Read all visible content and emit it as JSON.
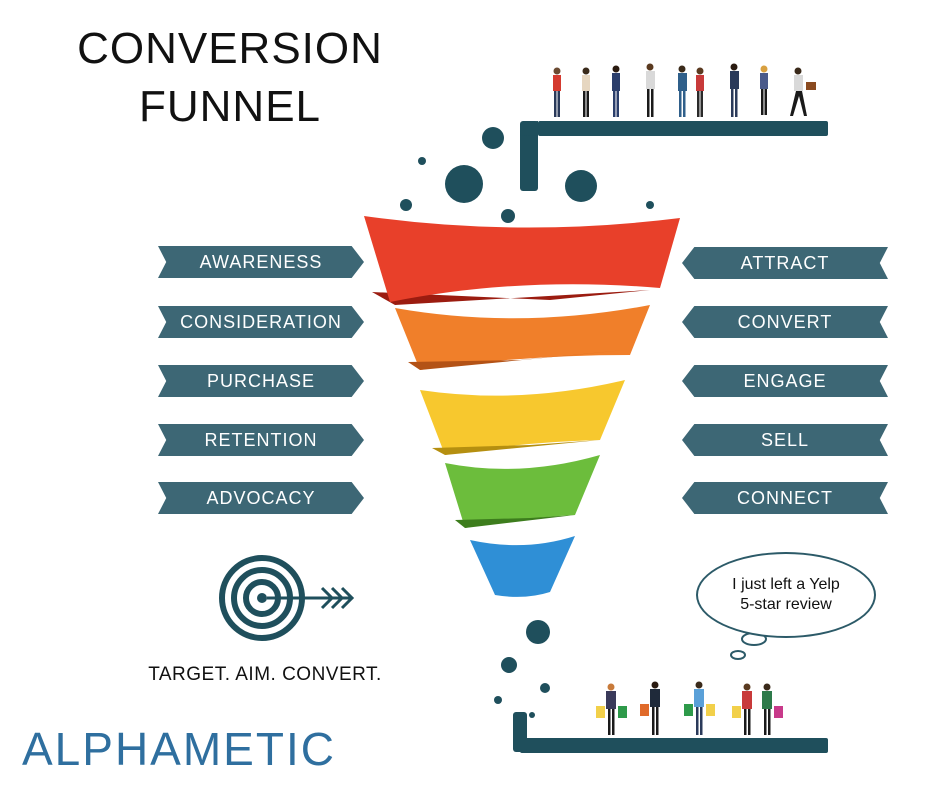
{
  "title": {
    "line1": "CONVERSION",
    "line2": "FUNNEL"
  },
  "stages_left": [
    "AWARENESS",
    "CONSIDERATION",
    "PURCHASE",
    "RETENTION",
    "ADVOCACY"
  ],
  "stages_right": [
    "ATTRACT",
    "CONVERT",
    "ENGAGE",
    "SELL",
    "CONNECT"
  ],
  "bubble_text": "I just left a Yelp 5-star review",
  "slogan": "TARGET. AIM. CONVERT.",
  "brand": "ALPHAMETIC",
  "colors": {
    "tag": "#3d6775",
    "dark_teal": "#1f4f5c",
    "funnel": [
      "#e8402a",
      "#f07f2a",
      "#f7c82e",
      "#6cbd3c",
      "#2f8fd6"
    ],
    "brand": "#2f6f9f"
  },
  "icons": [
    "target-icon",
    "arrow-icon",
    "people-icon",
    "speech-bubble-icon"
  ]
}
